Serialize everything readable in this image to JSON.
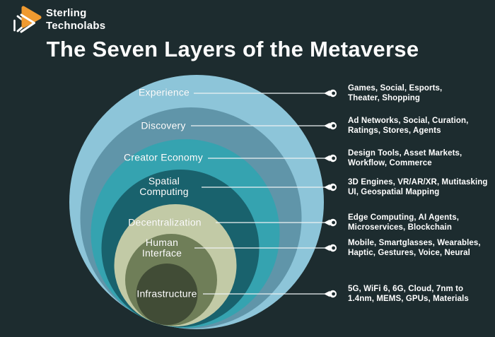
{
  "brand": {
    "name_line1": "Sterling",
    "name_line2": "Technolabs",
    "logo_color": "#f09a30"
  },
  "title": "The Seven Layers of the Metaverse",
  "colors": {
    "background": "#1d2c2f",
    "text": "#ffffff",
    "leader_line": "#edf2f3"
  },
  "layers": [
    {
      "name": "Experience",
      "label_lines": [
        "Experience"
      ],
      "color": "#8dc5d9",
      "items": [
        "Games, Social, Esports,",
        "Theater, Shopping"
      ]
    },
    {
      "name": "Discovery",
      "label_lines": [
        "Discovery"
      ],
      "color": "#6095a9",
      "items": [
        "Ad Networks, Social, Curation,",
        "Ratings, Stores, Agents"
      ]
    },
    {
      "name": "Creator Economy",
      "label_lines": [
        "Creator Economy"
      ],
      "color": "#35a3b0",
      "items": [
        "Design Tools, Asset Markets,",
        "Workflow, Commerce"
      ]
    },
    {
      "name": "Spatial Computing",
      "label_lines": [
        "Spatial",
        "Computing"
      ],
      "color": "#19626d",
      "items": [
        "3D Engines, VR/AR/XR, Mutitasking",
        "UI, Geospatial Mapping"
      ]
    },
    {
      "name": "Decentralization",
      "label_lines": [
        "Decentralization"
      ],
      "color": "#c2caa6",
      "items": [
        "Edge Computing, AI Agents,",
        "Microservices, Blockchain"
      ]
    },
    {
      "name": "Human Interface",
      "label_lines": [
        "Human",
        "Interface"
      ],
      "color": "#6f7e58",
      "items": [
        "Mobile, Smartglasses, Wearables,",
        "Haptic, Gestures, Voice, Neural"
      ]
    },
    {
      "name": "Infrastructure",
      "label_lines": [
        "Infrastructure"
      ],
      "color": "#414c36",
      "items": [
        "5G, WiFi 6, 6G, Cloud, 7nm to",
        "1.4nm, MEMS, GPUs, Materials"
      ]
    }
  ]
}
